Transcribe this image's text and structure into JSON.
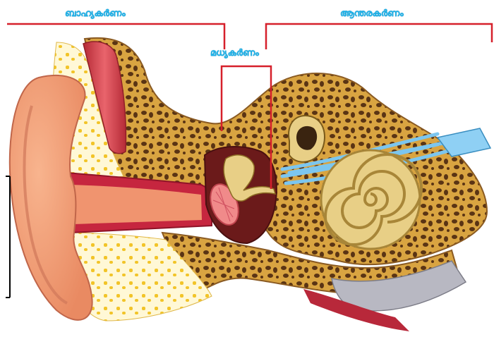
{
  "labels": {
    "outer_ear": "ബാഹ്യകർണം",
    "middle_ear": "മധ്യകർണം",
    "inner_ear": "ആന്തരകർണം"
  },
  "colors": {
    "bracket_line": "#d6202b",
    "label_text": "#1ab0e8",
    "skin": "#f4a07a",
    "bone": "#d9a441",
    "bone_pore": "#5a3414",
    "cartilage": "#fff6c8",
    "canal_lining": "#d62a5a",
    "cochlea": "#e8cf86",
    "nerve": "#7cc6ef",
    "muscle": "#d8434d",
    "eardrum": "#f08a8a"
  }
}
